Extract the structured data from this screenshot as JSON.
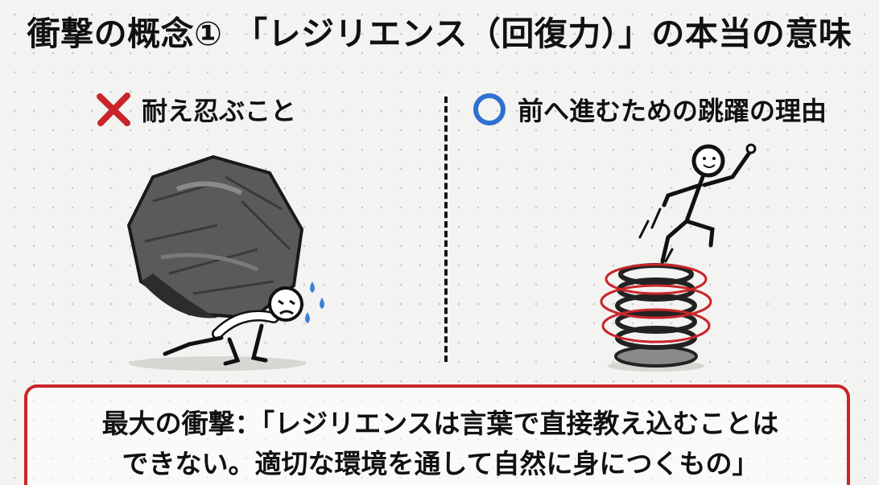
{
  "title": "衝撃の概念① 「レジリエンス（回復力）」の本当の意味",
  "left_column": {
    "marker_icon": "red-cross-icon",
    "heading": "耐え忍ぶこと"
  },
  "right_column": {
    "marker_icon": "blue-circle-icon",
    "heading": "前へ進むための跳躍の理由"
  },
  "callout": {
    "line1": "最大の衝撃：「レジリエンスは言葉で直接教え込むことは",
    "line2": "できない。適切な環境を通して自然に身につくもの」"
  },
  "colors": {
    "accent_red": "#c8262a",
    "accent_blue": "#2f6fd0",
    "ink": "#111111",
    "background": "#f3f3f1"
  }
}
